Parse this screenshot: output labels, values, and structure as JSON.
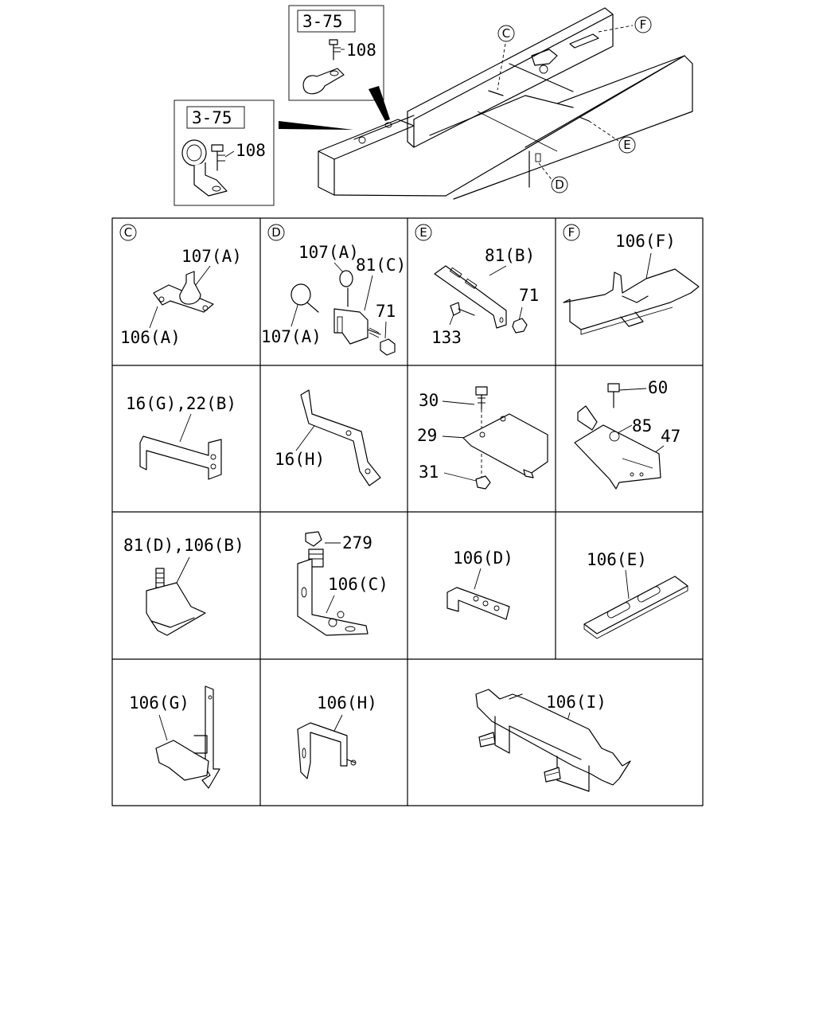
{
  "detail_refs": {
    "top": "3-75",
    "left": "3-75"
  },
  "overview": {
    "callout_c": "C",
    "callout_f": "F",
    "callout_e": "E",
    "callout_d": "D",
    "label_108_top": "108",
    "label_108_left": "108"
  },
  "cells": {
    "c": {
      "letter": "C",
      "labels": [
        "107(A)",
        "106(A)"
      ]
    },
    "d": {
      "letter": "D",
      "labels": [
        "107(A)",
        "81(C)",
        "71",
        "107(A)"
      ]
    },
    "e": {
      "letter": "E",
      "labels": [
        "81(B)",
        "71",
        "133"
      ]
    },
    "f": {
      "letter": "F",
      "labels": [
        "106(F)"
      ]
    },
    "r2c1": {
      "labels": [
        "16(G),22(B)"
      ]
    },
    "r2c2": {
      "labels": [
        "16(H)"
      ]
    },
    "r2c3": {
      "labels": [
        "30",
        "29",
        "31"
      ]
    },
    "r2c4": {
      "labels": [
        "60",
        "85",
        "47"
      ]
    },
    "r3c1": {
      "labels": [
        "81(D),106(B)"
      ]
    },
    "r3c2": {
      "labels": [
        "279",
        "106(C)"
      ]
    },
    "r3c3": {
      "labels": [
        "106(D)"
      ]
    },
    "r3c4": {
      "labels": [
        "106(E)"
      ]
    },
    "r4c1": {
      "labels": [
        "106(G)"
      ]
    },
    "r4c2": {
      "labels": [
        "106(H)"
      ]
    },
    "r4c3": {
      "labels": [
        "106(I)"
      ]
    }
  }
}
